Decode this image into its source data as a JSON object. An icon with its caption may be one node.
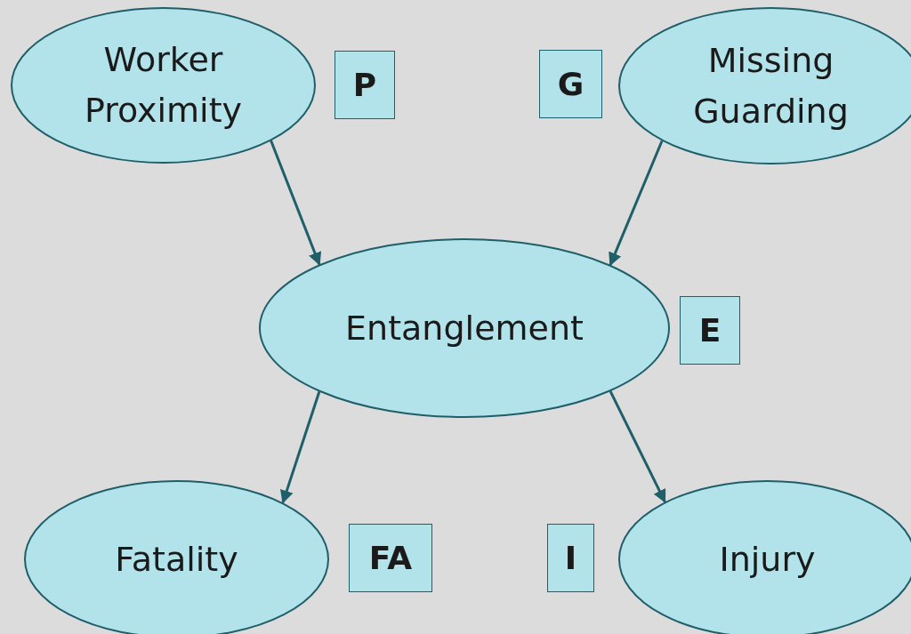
{
  "diagram": {
    "nodes": [
      {
        "text": [
          "Worker Proximity"
        ]
      },
      {
        "text": [
          "P"
        ]
      },
      {
        "text": [
          "G"
        ]
      },
      {
        "text": [
          "Missing Guarding"
        ]
      },
      {
        "text": [
          "Entanglement"
        ]
      },
      {
        "text": [
          "E"
        ]
      },
      {
        "text": [
          "Fatality"
        ]
      },
      {
        "text": [
          "FA"
        ]
      },
      {
        "text": [
          "I"
        ]
      },
      {
        "text": [
          "Injury"
        ]
      }
    ],
    "edges": [
      {
        "from": 0,
        "to": 4,
        "arrow": "to"
      },
      {
        "from": 3,
        "to": 4,
        "arrow": "to"
      },
      {
        "from": 4,
        "to": 6,
        "arrow": "to"
      },
      {
        "from": 4,
        "to": 9,
        "arrow": "to"
      }
    ]
  }
}
